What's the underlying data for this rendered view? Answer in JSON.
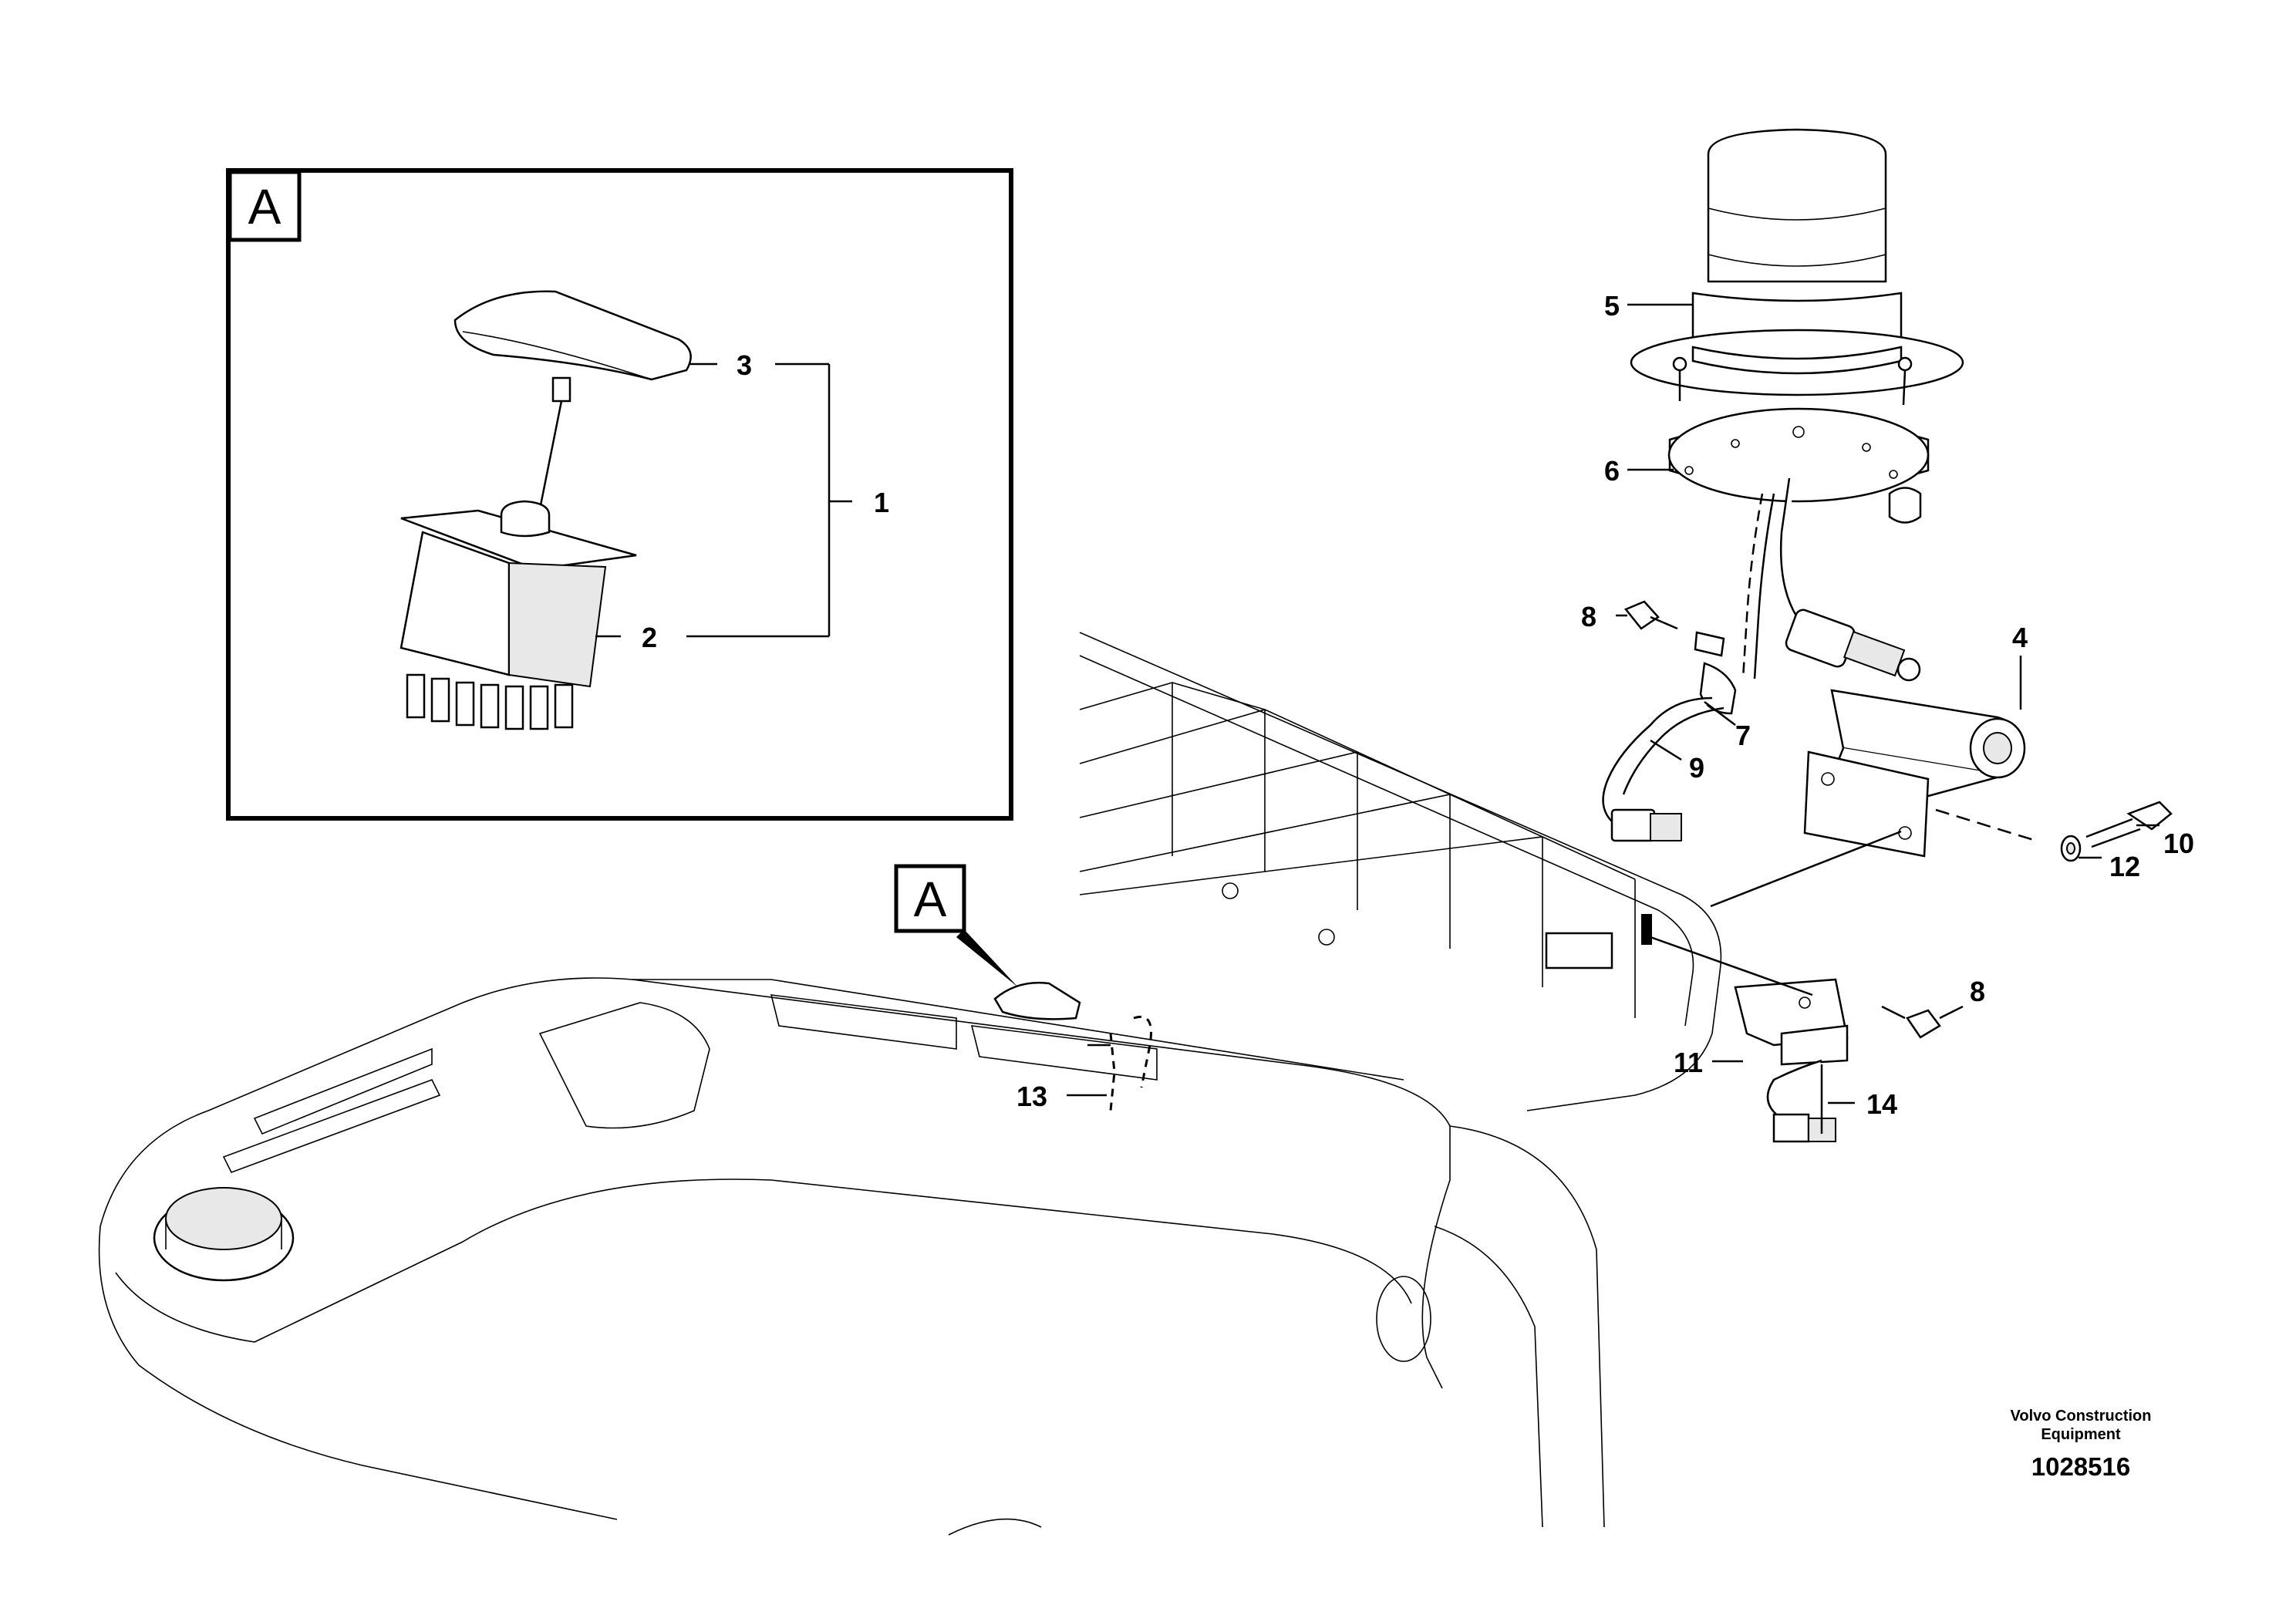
{
  "callouts": {
    "detail_box": "A",
    "detail_marker": "A",
    "n1": "1",
    "n2": "2",
    "n3": "3",
    "n4": "4",
    "n5": "5",
    "n6": "6",
    "n7": "7",
    "n8a": "8",
    "n8b": "8",
    "n9": "9",
    "n10": "10",
    "n11": "11",
    "n12": "12",
    "n13": "13",
    "n14": "14"
  },
  "footer": {
    "company_line1": "Volvo Construction",
    "company_line2": "Equipment",
    "drawing_number": "1028516"
  }
}
